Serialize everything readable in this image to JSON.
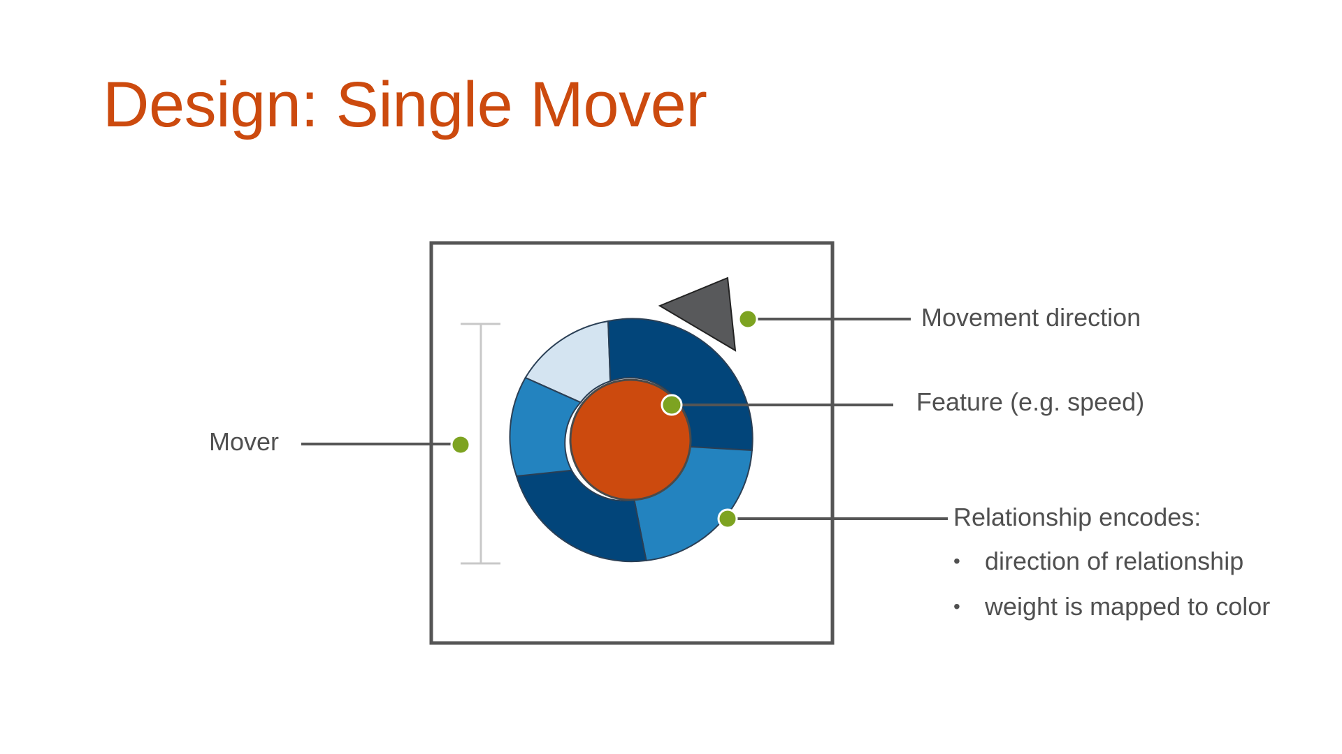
{
  "slide": {
    "title": "Design: Single Mover"
  },
  "callouts": {
    "mover": "Mover",
    "movement_direction": "Movement direction",
    "feature": "Feature (e.g. speed)",
    "relationship_title": "Relationship encodes:",
    "relationship_bullets": [
      "direction of relationship",
      "weight is mapped to color"
    ]
  },
  "colors": {
    "title": "#cc4a0e",
    "frame": "#555555",
    "leader_line": "#555555",
    "callout_dot": "#7da321",
    "arrow": "#58595b",
    "feature_circle": "#cc4a0e",
    "segment_dark": "#02457a",
    "segment_medium": "#2383bf",
    "segment_light": "#d4e4f1",
    "size_bracket": "#c8c8c8"
  },
  "icons": {
    "movement_arrow": "triangle-arrow-icon"
  }
}
